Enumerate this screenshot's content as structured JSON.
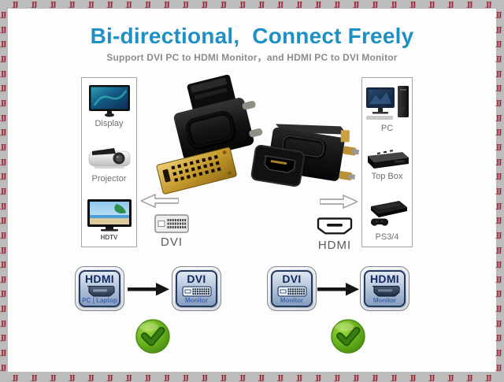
{
  "watermark": {
    "text": "JJ",
    "color": "#a02235"
  },
  "header": {
    "title": "Bi-directional,  Connect Freely",
    "subtitle": "Support DVI PC to HDMI Monitor，and HDMI PC to DVI Monitor"
  },
  "source_panel": {
    "items": [
      {
        "label": "Display",
        "icon": "display-monitor-icon"
      },
      {
        "label": "Projector",
        "icon": "projector-icon"
      },
      {
        "label": "HDTV",
        "icon": "hdtv-icon"
      }
    ]
  },
  "target_panel": {
    "items": [
      {
        "label": "PC",
        "icon": "desktop-pc-icon"
      },
      {
        "label": "Top Box",
        "icon": "set-top-box-icon"
      },
      {
        "label": "PS3/4",
        "icon": "game-console-icon"
      }
    ]
  },
  "connectors": {
    "dvi": {
      "label": "DVI",
      "icon": "dvi-connector-icon"
    },
    "hdmi": {
      "label": "HDMI",
      "icon": "hdmi-connector-icon"
    }
  },
  "flows": [
    {
      "from": {
        "type": "HDMI",
        "device": "PC | Laptop"
      },
      "to": {
        "type": "DVI",
        "device": "Monitor"
      },
      "result_icon": "green-check-icon"
    },
    {
      "from": {
        "type": "DVI",
        "device": "Monitor"
      },
      "to": {
        "type": "HDMI",
        "device": "Monitor"
      },
      "result_icon": "green-check-icon"
    }
  ],
  "colors": {
    "title_blue": "#1e90c3",
    "watermark_red": "#a02235",
    "badge_navy": "#12275e",
    "check_green": "#5aa718",
    "border_gray": "#bcbcbc"
  }
}
